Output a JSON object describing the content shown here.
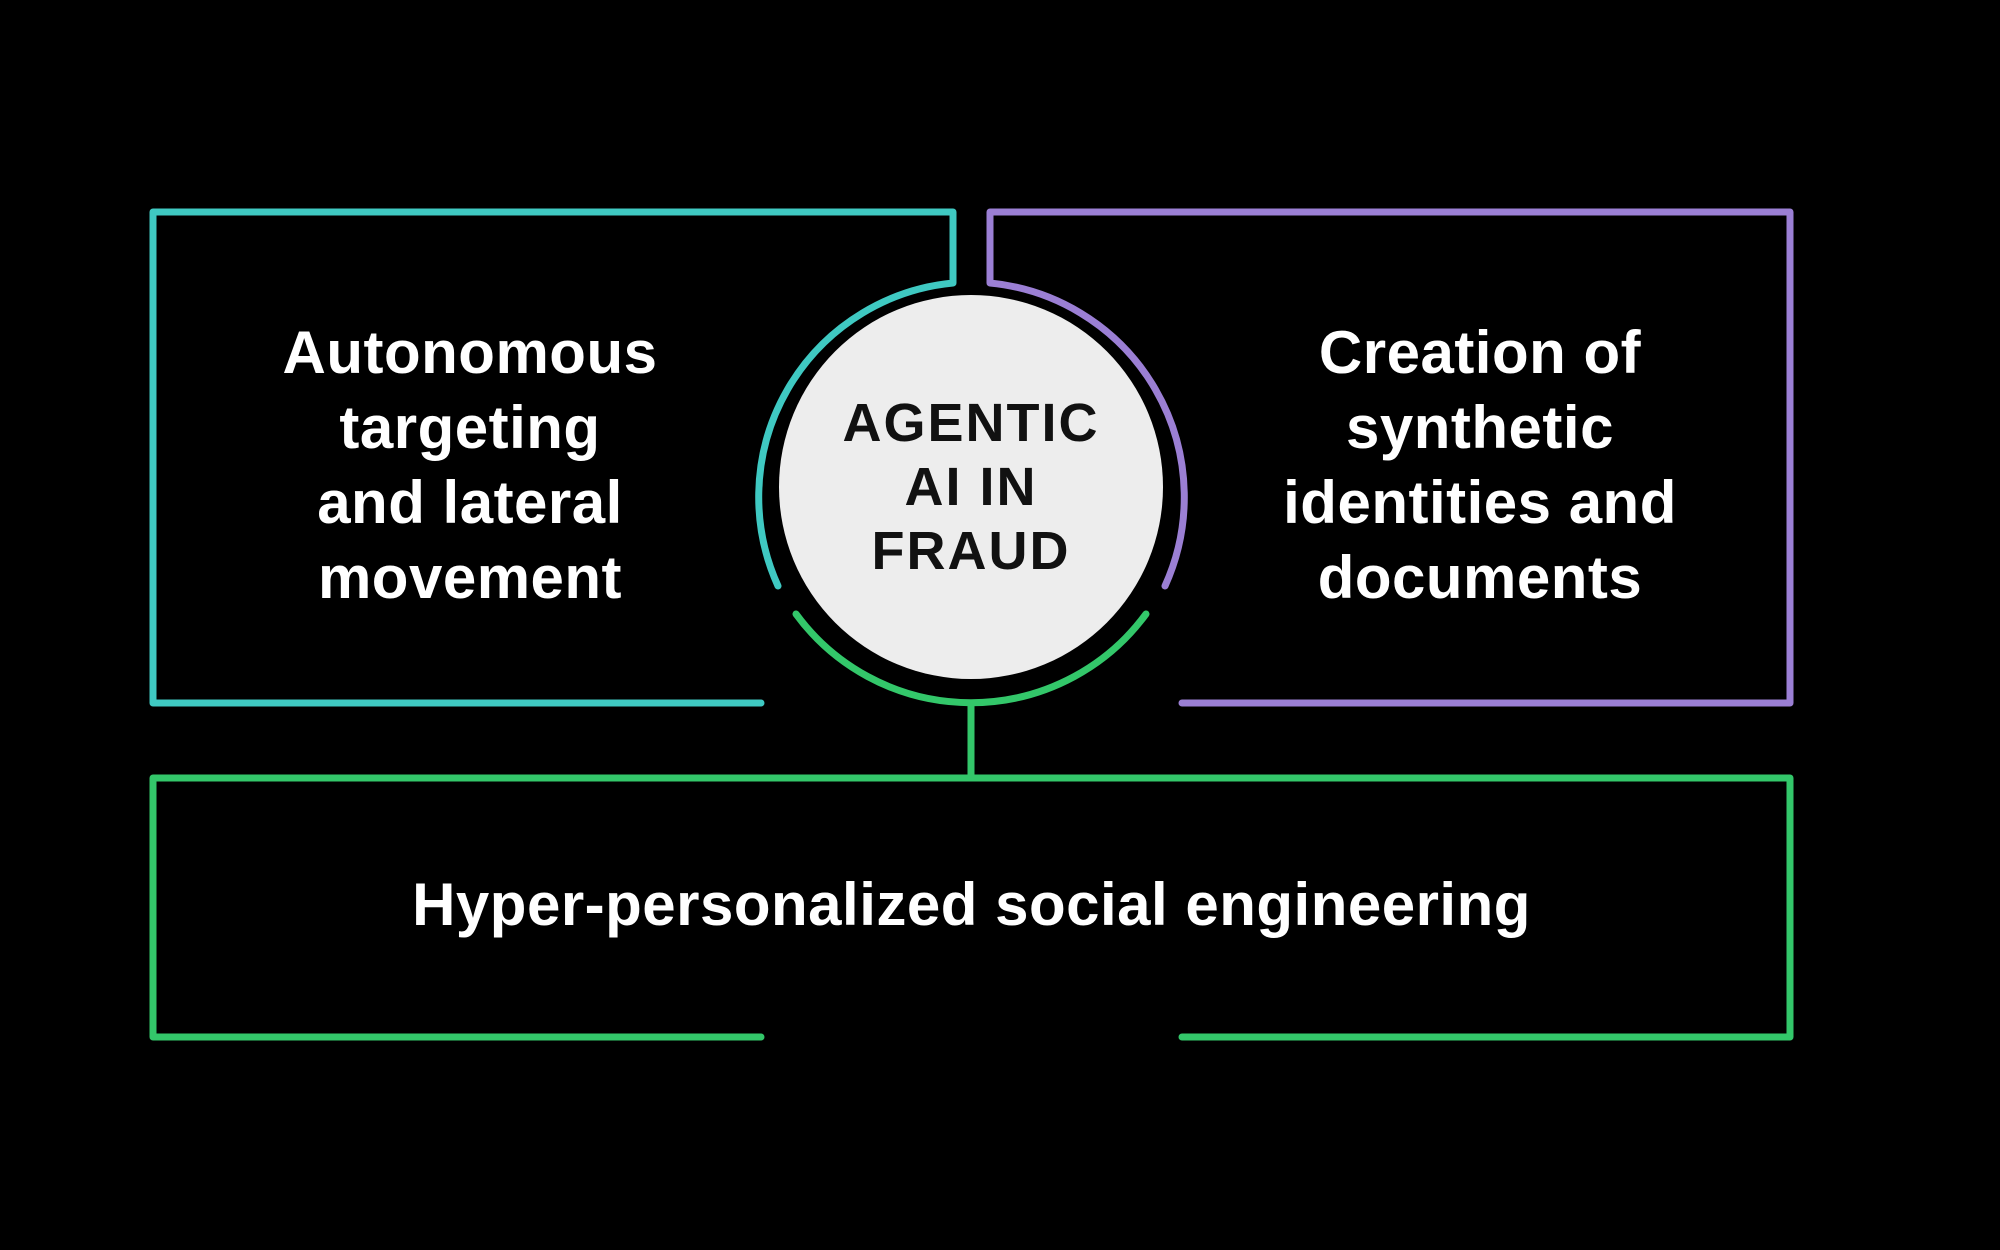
{
  "diagram": {
    "center": {
      "lines": [
        "AGENTIC",
        "AI IN",
        "FRAUD"
      ]
    },
    "left_box": {
      "lines": [
        "Autonomous",
        "targeting",
        "and lateral",
        "movement"
      ],
      "color": "#3FC9C2"
    },
    "right_box": {
      "lines": [
        "Creation of",
        "synthetic",
        "identities and",
        "documents"
      ],
      "color": "#9B7FD4"
    },
    "bottom_box": {
      "text": "Hyper-personalized social engineering",
      "color": "#33C76A"
    },
    "colors": {
      "background": "#000000",
      "circle_fill": "#EDEDED",
      "text": "#FFFFFF",
      "center_text": "#111111"
    }
  }
}
